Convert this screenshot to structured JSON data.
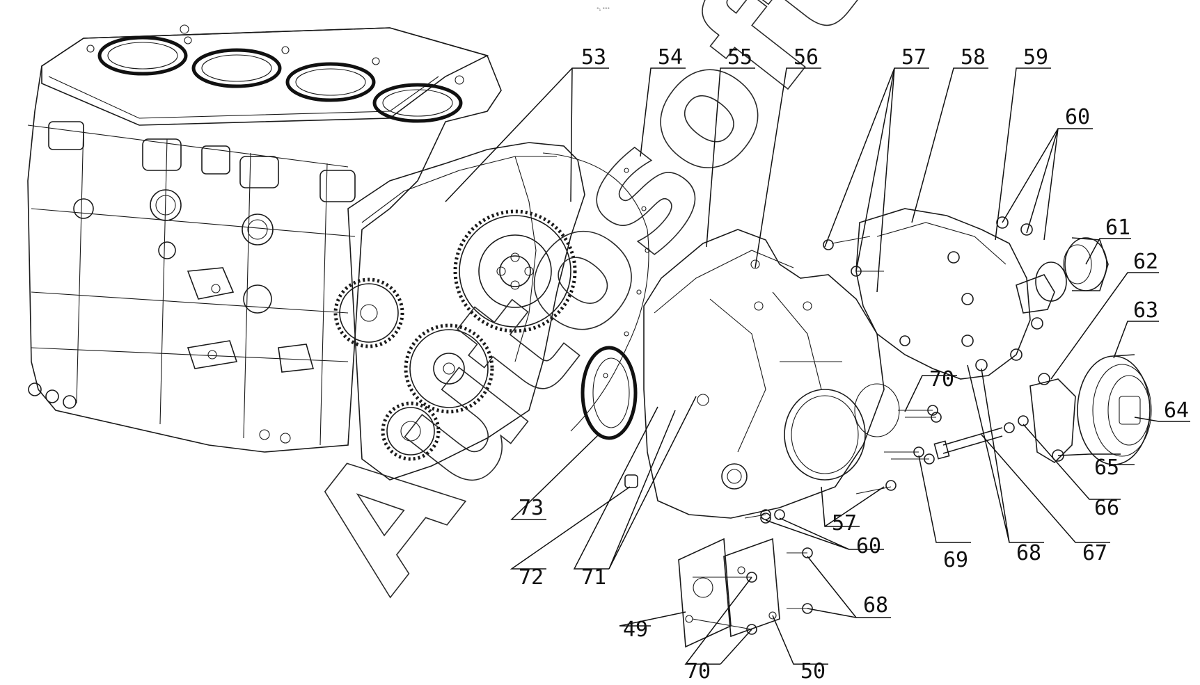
{
  "header": {
    "small_label": "°₁ °°°"
  },
  "watermark": {
    "text": "Autosoft"
  },
  "callouts": [
    {
      "id": "c53",
      "label": "53"
    },
    {
      "id": "c54",
      "label": "54"
    },
    {
      "id": "c55",
      "label": "55"
    },
    {
      "id": "c56",
      "label": "56"
    },
    {
      "id": "c57a",
      "label": "57"
    },
    {
      "id": "c58",
      "label": "58"
    },
    {
      "id": "c59",
      "label": "59"
    },
    {
      "id": "c60a",
      "label": "60"
    },
    {
      "id": "c61",
      "label": "61"
    },
    {
      "id": "c62",
      "label": "62"
    },
    {
      "id": "c63",
      "label": "63"
    },
    {
      "id": "c64",
      "label": "64"
    },
    {
      "id": "c65",
      "label": "65"
    },
    {
      "id": "c66",
      "label": "66"
    },
    {
      "id": "c67",
      "label": "67"
    },
    {
      "id": "c68a",
      "label": "68"
    },
    {
      "id": "c69",
      "label": "69"
    },
    {
      "id": "c70a",
      "label": "70"
    },
    {
      "id": "c57b",
      "label": "57"
    },
    {
      "id": "c60b",
      "label": "60"
    },
    {
      "id": "c68b",
      "label": "68"
    },
    {
      "id": "c73",
      "label": "73"
    },
    {
      "id": "c72",
      "label": "72"
    },
    {
      "id": "c71",
      "label": "71"
    },
    {
      "id": "c49",
      "label": "49"
    },
    {
      "id": "c70b",
      "label": "70"
    },
    {
      "id": "c50",
      "label": "50"
    }
  ]
}
